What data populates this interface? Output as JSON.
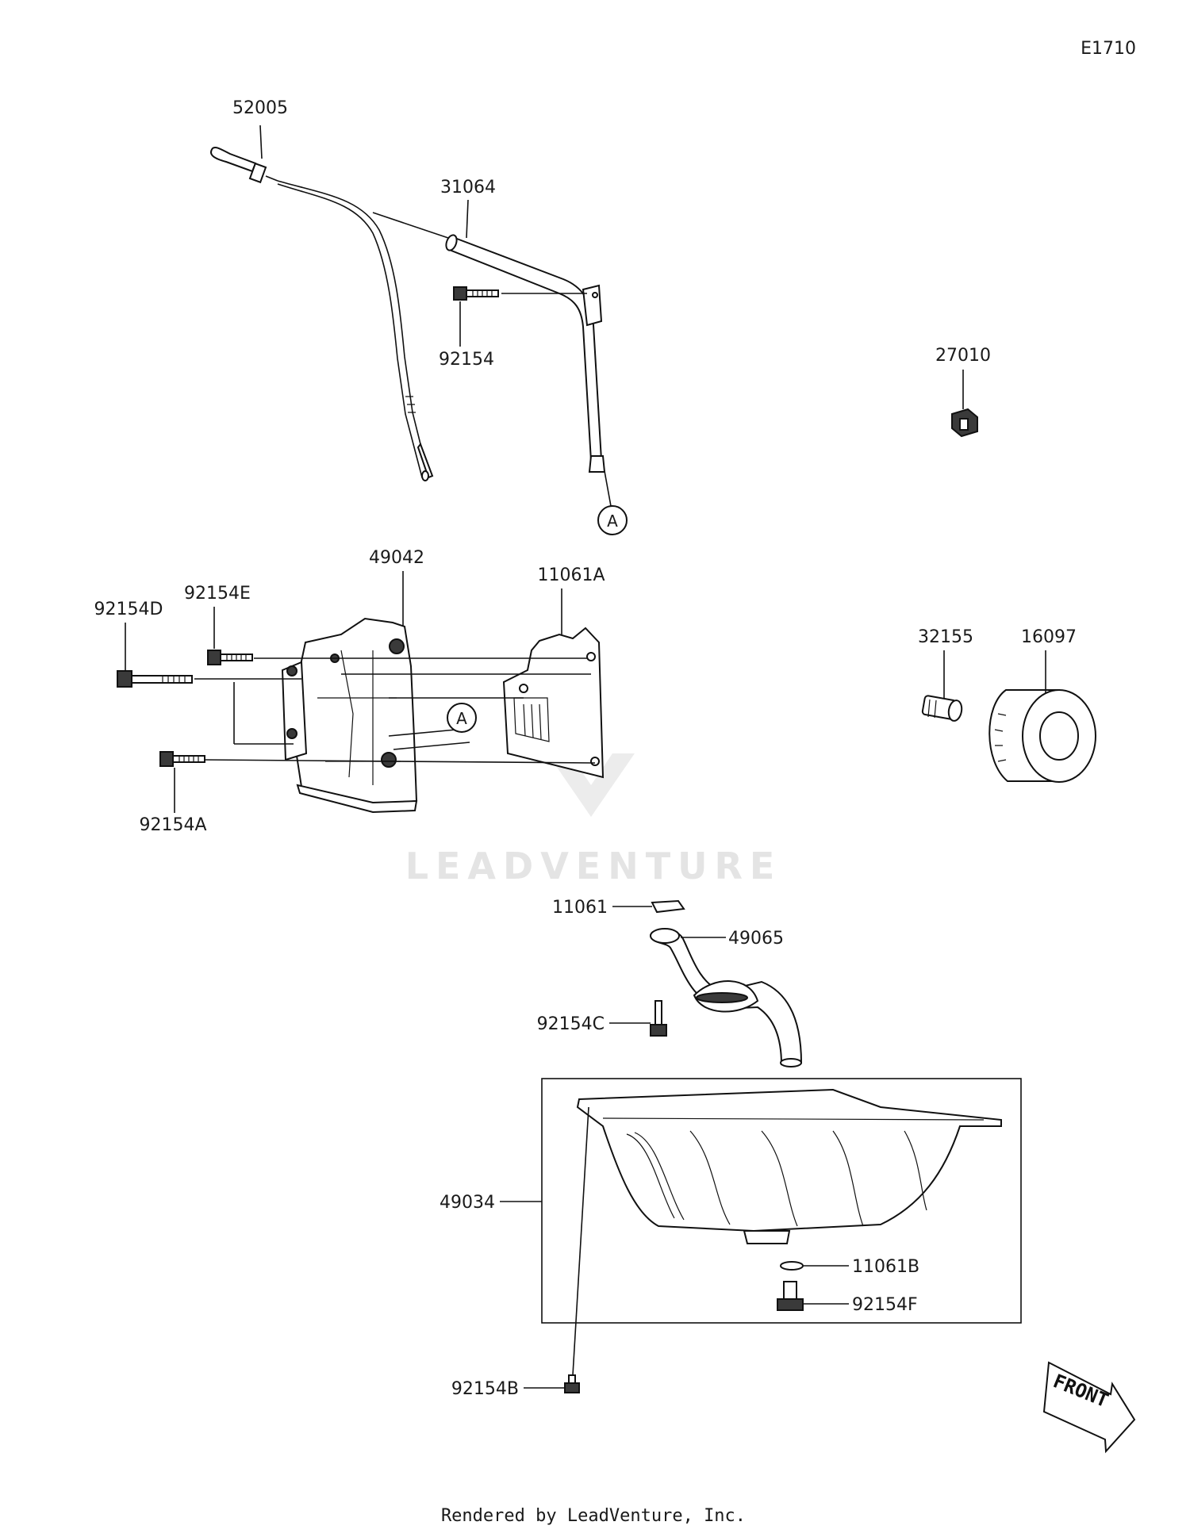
{
  "diagram_id": "E1710",
  "watermark": "LEADVENTURE",
  "front_arrow": "FRONT",
  "footer": "Rendered by LeadVenture, Inc.",
  "callout_ref": "A",
  "parts": {
    "dipstick": "52005",
    "dipstick_tube": "31064",
    "tube_bolt": "92154",
    "drain_plug": "27010",
    "oil_pump_cover": "49042",
    "gasket_a": "11061A",
    "bolt_e": "92154E",
    "bolt_d": "92154D",
    "bolt_a": "92154A",
    "fitting": "32155",
    "oil_filter": "16097",
    "gasket": "11061",
    "strainer": "49065",
    "bolt_c": "92154C",
    "oil_pan": "49034",
    "gasket_b": "11061B",
    "bolt_f": "92154F",
    "bolt_b": "92154B"
  }
}
